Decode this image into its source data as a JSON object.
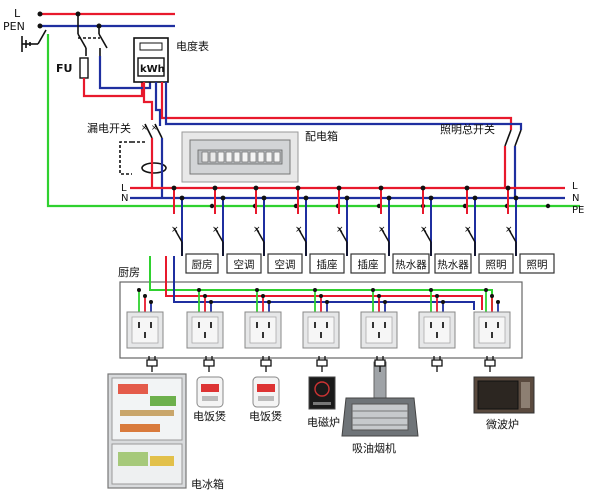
{
  "colors": {
    "live": "#e8192c",
    "neutral": "#1f2fa0",
    "pe": "#2fd12f",
    "black": "#111111"
  },
  "top_labels": {
    "L": "L",
    "PEN": "PEN"
  },
  "fuse_label": "FU",
  "meter": {
    "title": "电度表",
    "unit": "kWh"
  },
  "rcd_label": "漏电开关",
  "panel_label": "配电箱",
  "main_light_switch_label": "照明总开关",
  "bus_labels_left": {
    "L": "L",
    "N": "N"
  },
  "bus_labels_right": {
    "L": "L",
    "N": "N",
    "PE": "PE"
  },
  "circuits": [
    "厨房",
    "空调",
    "空调",
    "插座",
    "插座",
    "热水器",
    "热水器",
    "照明",
    "照明"
  ],
  "kitchen_label": "厨房",
  "appliances": {
    "fridge": "电冰箱",
    "cooker1": "电饭煲",
    "cooker2": "电饭煲",
    "induction": "电磁炉",
    "hood": "吸油烟机",
    "microwave": "微波炉"
  }
}
